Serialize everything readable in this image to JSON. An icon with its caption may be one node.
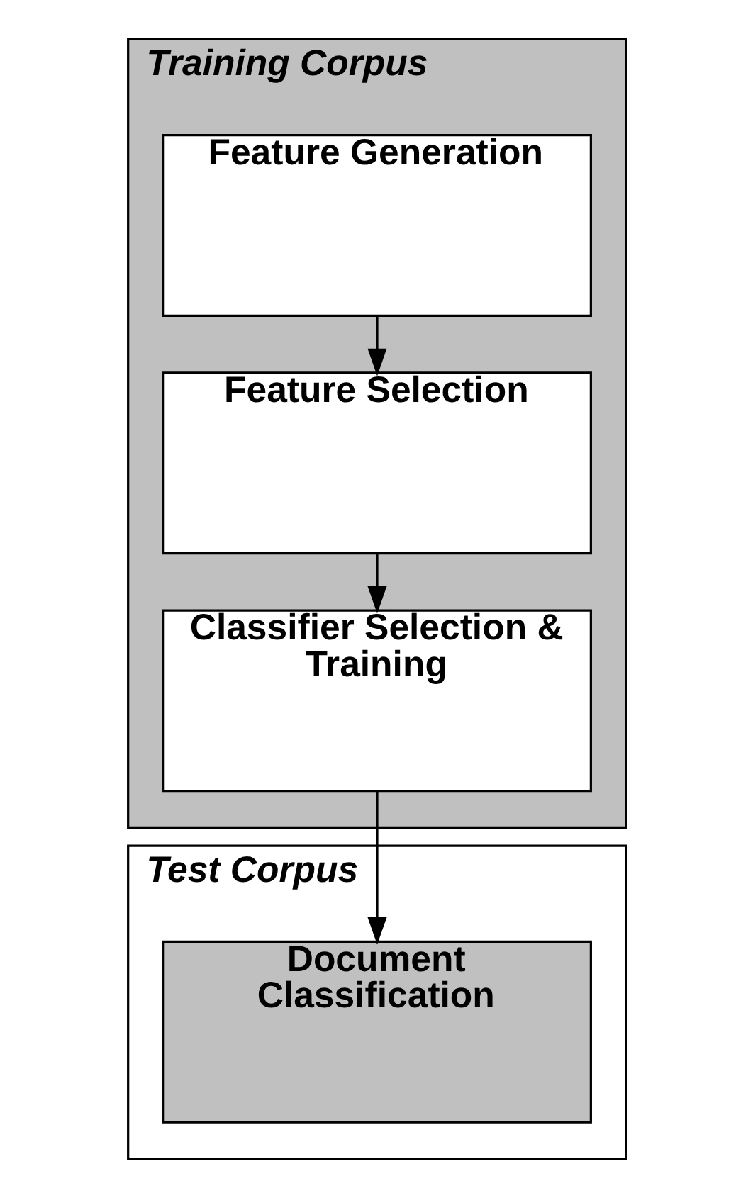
{
  "diagram": {
    "nodes": [
      {
        "text": [
          "Training Corpus"
        ]
      },
      {
        "text": [
          "Feature Generation"
        ],
        "in": 0
      },
      {
        "text": [
          "Feature Selection"
        ],
        "in": 0
      },
      {
        "text": [
          "Classifier Selection & Training"
        ],
        "in": 0
      },
      {
        "text": [
          "Test Corpus"
        ]
      },
      {
        "text": [
          "Document Classification"
        ],
        "in": 4
      }
    ],
    "edges": [
      {
        "from": 1,
        "to": 2,
        "arrow": "to"
      },
      {
        "from": 2,
        "to": 3,
        "arrow": "to"
      },
      {
        "from": 3,
        "to": 5,
        "arrow": "to"
      }
    ]
  }
}
